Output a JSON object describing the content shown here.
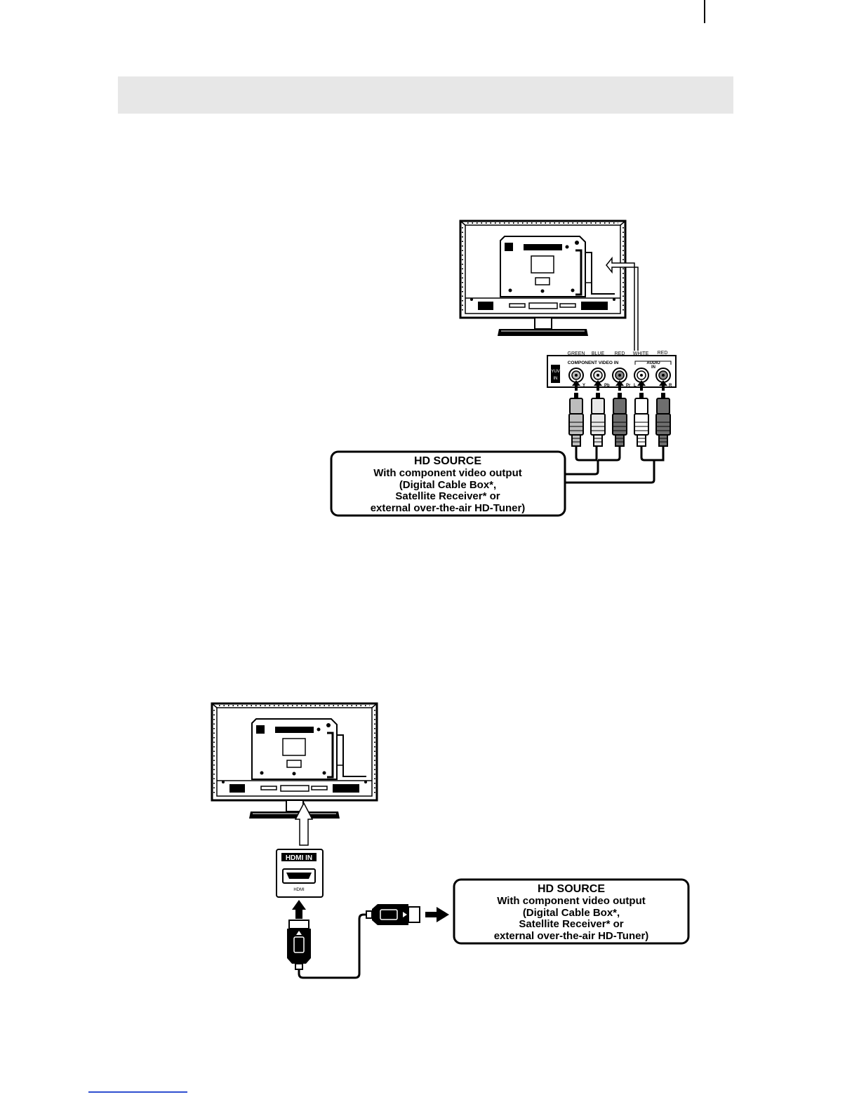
{
  "page": {
    "header_band_color": "#e7e7e7",
    "footnote_rule_color": "#2f4fd0"
  },
  "component_diagram": {
    "tv_icon": "tv-rear-view",
    "panel": {
      "color_labels": [
        "GREEN",
        "BLUE",
        "RED",
        "WHITE",
        "RED"
      ],
      "section_label": "COMPONENT VIDEO IN",
      "audio_label_line1": "AUDIO",
      "audio_label_line2": "IN",
      "side_tag_line1": "YUV",
      "side_tag_line2": "IN",
      "jack_letters": [
        "Y",
        "Pb",
        "Pr",
        "L",
        "R"
      ]
    },
    "source_box": {
      "lines": [
        "HD SOURCE",
        "With component video output",
        "(Digital Cable Box*,",
        "Satellite Receiver* or",
        "external over-the-air HD-Tuner)"
      ]
    }
  },
  "hdmi_diagram": {
    "tv_icon": "tv-rear-view",
    "port_box": {
      "title": "HDMI IN",
      "port_label": "HDMI"
    },
    "source_box": {
      "lines": [
        "HD SOURCE",
        "With component video output",
        "(Digital Cable Box*,",
        "Satellite Receiver* or",
        "external over-the-air HD-Tuner)"
      ]
    }
  }
}
